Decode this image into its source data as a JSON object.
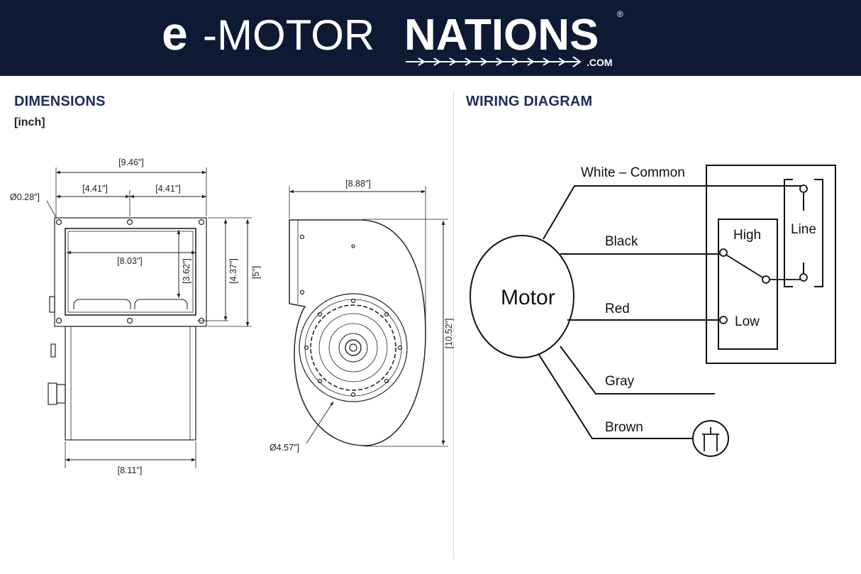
{
  "header": {
    "logo_e": "e",
    "logo_motor": "-MOTOR",
    "logo_nations": "NATIONS",
    "logo_registered": "®",
    "logo_domain": ".COM",
    "colors": {
      "background": "#0e1a33",
      "text": "#ffffff"
    }
  },
  "dimensions": {
    "title": "DIMENSIONS",
    "unit": "[inch]",
    "labels": {
      "overall_width": "[9.46\"]",
      "hole_spacing_left": "[4.41\"]",
      "hole_spacing_right": "[4.41\"]",
      "hole_diameter": "Ø0.28\"]",
      "inner_width": "[8.03\"]",
      "inner_height": "[3.62\"]",
      "flange_height": "[4.37\"]",
      "outlet_height": "[5\"]",
      "body_width": "[8.11\"]",
      "side_width": "[8.88\"]",
      "side_height": "[10.52\"]",
      "wheel_diameter": "Ø4.57\"]"
    }
  },
  "wiring": {
    "title": "WIRING DIAGRAM",
    "motor_label": "Motor",
    "wires": [
      "White – Common",
      "Black",
      "Red",
      "Gray",
      "Brown"
    ],
    "switch_labels": {
      "high": "High",
      "low": "Low",
      "line": "Line"
    }
  }
}
